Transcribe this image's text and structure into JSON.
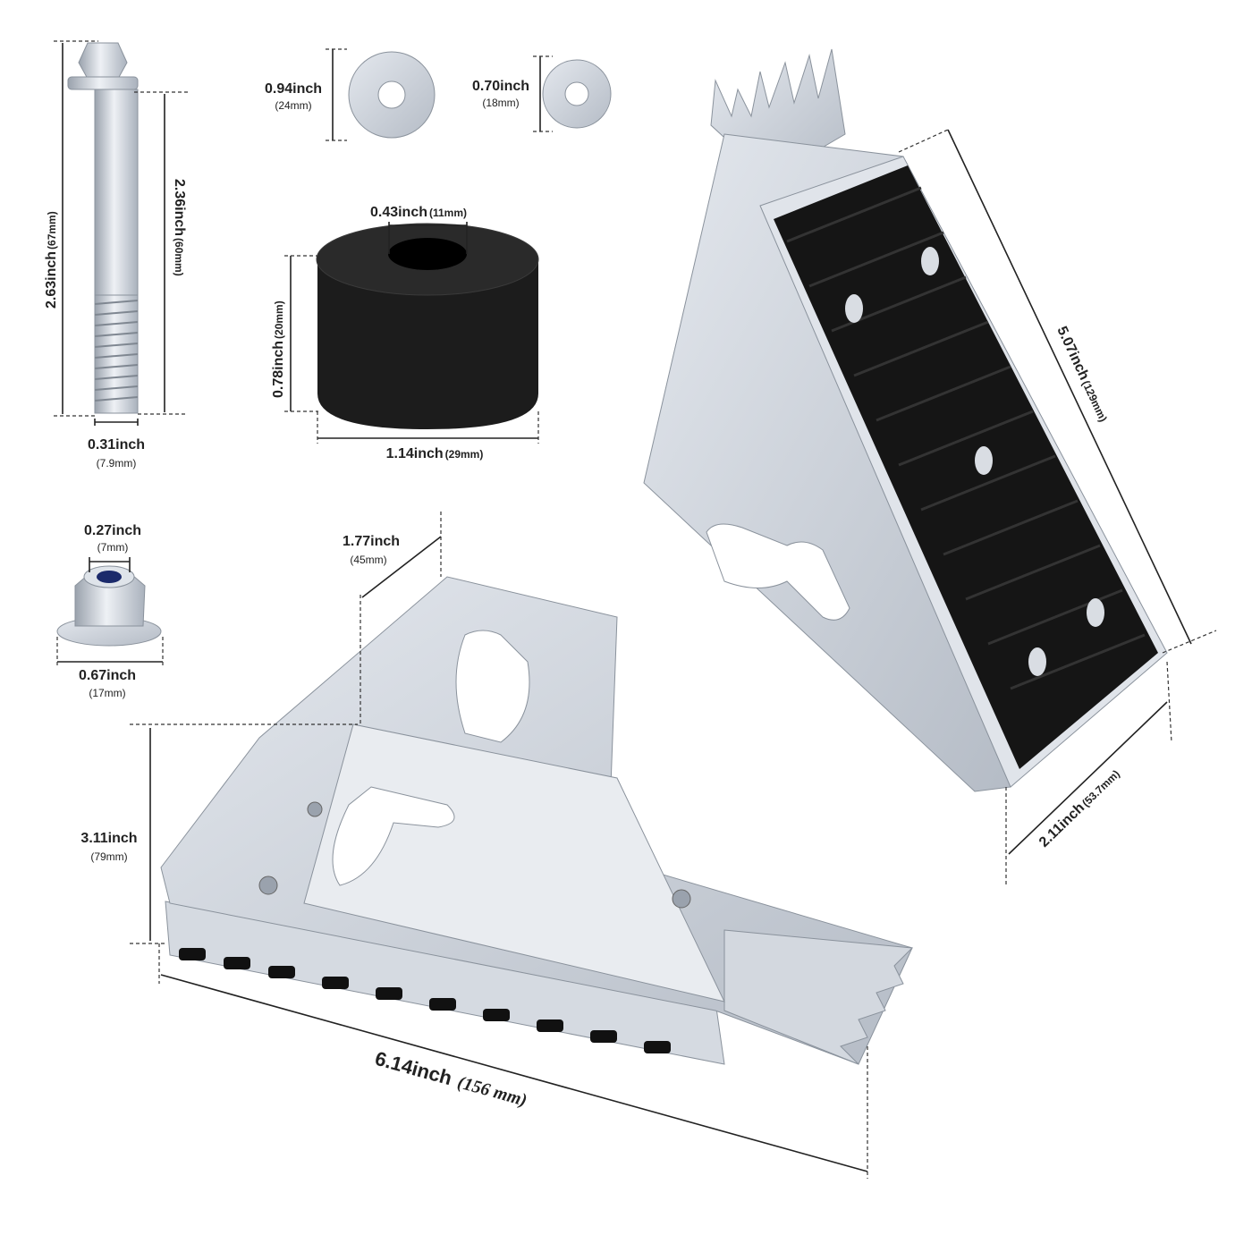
{
  "colors": {
    "metal": "#c9ced6",
    "metal_dark": "#9aa2ad",
    "rubber": "#1a1a1a",
    "nut_blue": "#1b2a6b"
  },
  "dimensions": {
    "bolt_length": {
      "inch": "2.63inch",
      "mm": "(67mm)"
    },
    "bolt_shank": {
      "inch": "2.36inch",
      "mm": "(60mm)"
    },
    "bolt_diameter": {
      "inch": "0.31inch",
      "mm": "(7.9mm)"
    },
    "washer_large": {
      "inch": "0.94inch",
      "mm": "(24mm)"
    },
    "washer_small": {
      "inch": "0.70inch",
      "mm": "(18mm)"
    },
    "spacer_hole": {
      "inch": "0.43inch",
      "mm": "(11mm)"
    },
    "spacer_height": {
      "inch": "0.78inch",
      "mm": "(20mm)"
    },
    "spacer_width": {
      "inch": "1.14inch",
      "mm": "(29mm)"
    },
    "nut_hole": {
      "inch": "0.27inch",
      "mm": "(7mm)"
    },
    "nut_width": {
      "inch": "0.67inch",
      "mm": "(17mm)"
    },
    "foot_length": {
      "inch": "5.07inch",
      "mm": "(129mm)"
    },
    "foot_pad_width": {
      "inch": "2.11inch",
      "mm": "(53.7mm)"
    },
    "bracket_width": {
      "inch": "1.77inch",
      "mm": "(45mm)"
    },
    "bracket_height": {
      "inch": "3.11inch",
      "mm": "(79mm)"
    },
    "overall_length": {
      "inch": "6.14inch",
      "mm": "(156 mm)"
    }
  }
}
